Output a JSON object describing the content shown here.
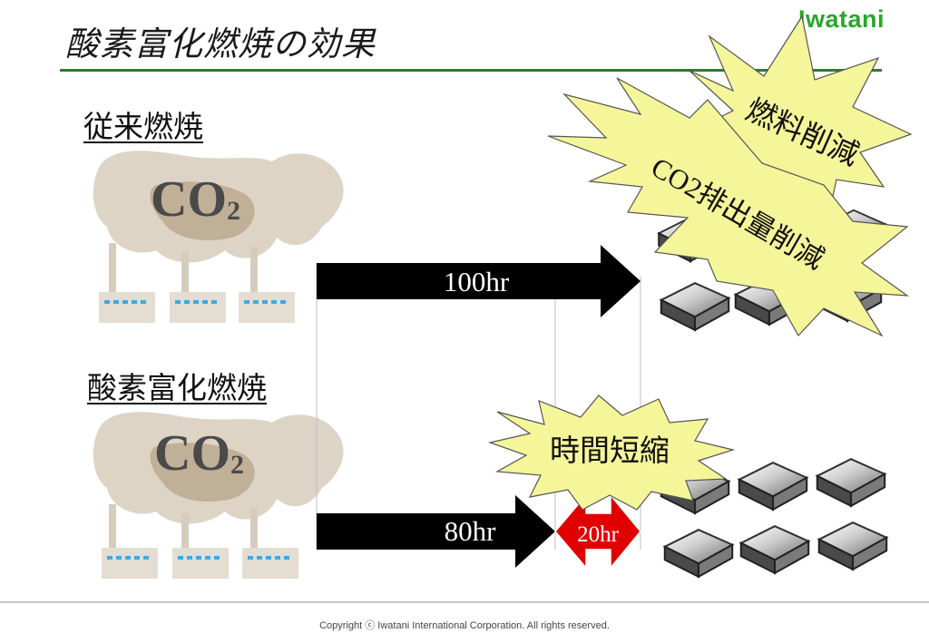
{
  "header": {
    "title": "酸素富化燃焼の効果",
    "logo_text": "Iwatani"
  },
  "conventional": {
    "label": "従来燃焼",
    "co2_main": "CO",
    "co2_sub": "2",
    "duration": "100hr"
  },
  "oxygen_enriched": {
    "label": "酸素富化燃焼",
    "co2_main": "CO",
    "co2_sub": "2",
    "duration": "80hr",
    "saving": "20hr"
  },
  "bursts": {
    "fuel": "燃料削減",
    "co2": "CO2排出量削減",
    "time": "時間短縮"
  },
  "footer": {
    "copyright": "Copyright ⓒ Iwatani International Corporation. All rights reserved."
  },
  "colors": {
    "accent_green": "#2e7d32",
    "logo_green": "#2aa62a",
    "burst_fill": "#f5f59a",
    "saving_red": "#e00000",
    "smoke": "#d9cfc0",
    "smoke_dark": "#a8957d"
  }
}
